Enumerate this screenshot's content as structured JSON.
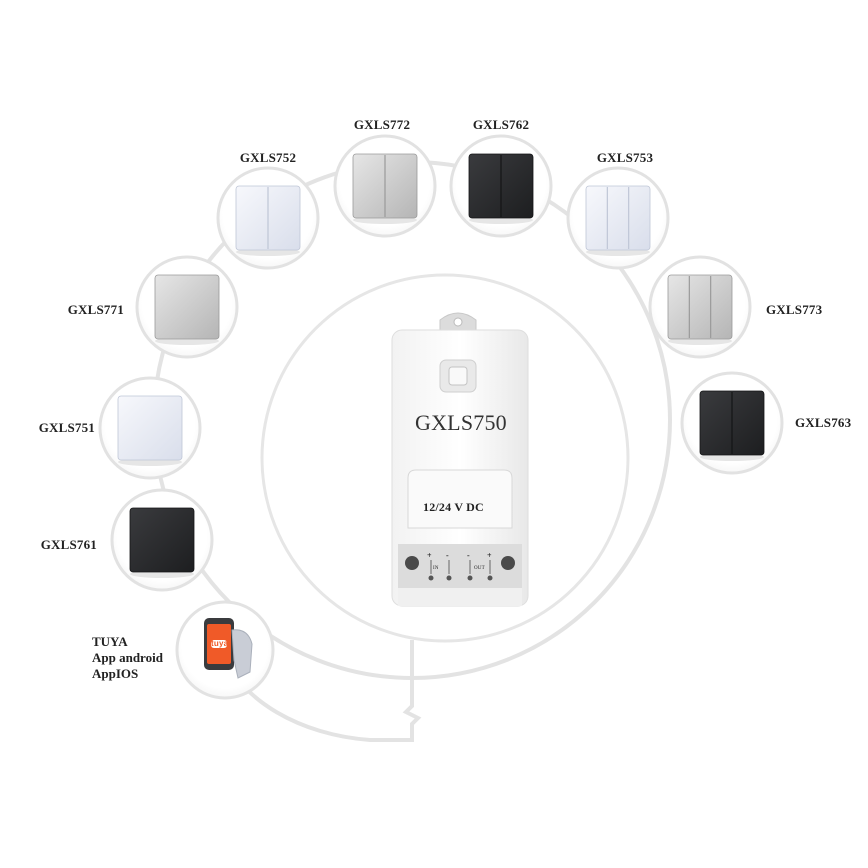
{
  "device": {
    "model": "GXLS750",
    "voltage": "12/24 V DC",
    "terminal_marks": [
      "+",
      "-",
      "-",
      "+"
    ],
    "terminal_sublabels": [
      "IN",
      "OUT"
    ]
  },
  "switches": [
    {
      "id": "GXLS761",
      "label": "GXLS761",
      "gangs": 1,
      "finish": "black"
    },
    {
      "id": "GXLS751",
      "label": "GXLS751",
      "gangs": 1,
      "finish": "white"
    },
    {
      "id": "GXLS771",
      "label": "GXLS771",
      "gangs": 1,
      "finish": "silver"
    },
    {
      "id": "GXLS752",
      "label": "GXLS752",
      "gangs": 2,
      "finish": "white"
    },
    {
      "id": "GXLS772",
      "label": "GXLS772",
      "gangs": 2,
      "finish": "silver"
    },
    {
      "id": "GXLS762",
      "label": "GXLS762",
      "gangs": 2,
      "finish": "black"
    },
    {
      "id": "GXLS753",
      "label": "GXLS753",
      "gangs": 3,
      "finish": "white"
    },
    {
      "id": "GXLS773",
      "label": "GXLS773",
      "gangs": 3,
      "finish": "silver"
    },
    {
      "id": "GXLS763",
      "label": "GXLS763",
      "gangs": 2,
      "finish": "black"
    }
  ],
  "app": {
    "line1": "TUYA",
    "line2": "App android",
    "line3": "AppIOS",
    "logo_text": "tuya",
    "accent": "#f05a28"
  },
  "colors": {
    "ring": "#e4e4e4",
    "black_panel": "#2b2c2e",
    "white_panel": "#eef1f8",
    "silver_panel": "#d6d6d6"
  }
}
